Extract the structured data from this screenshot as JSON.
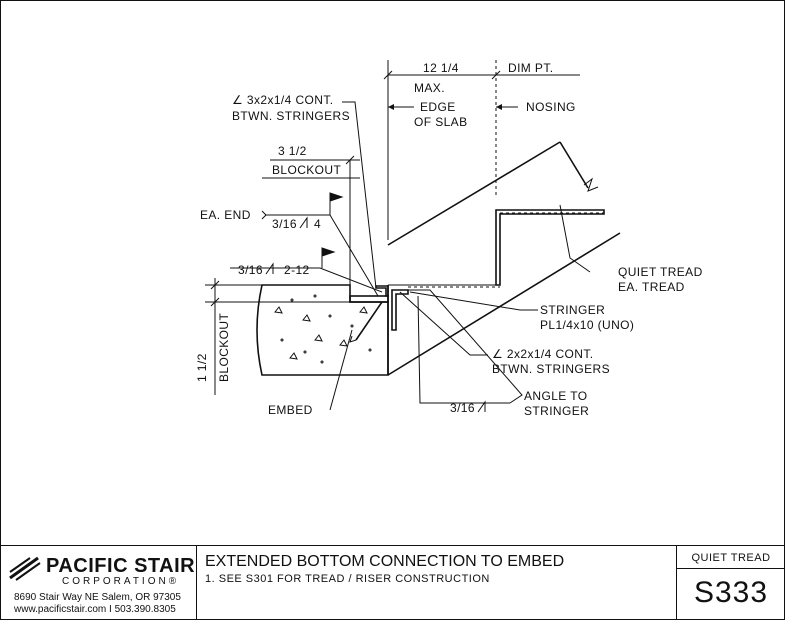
{
  "drawing": {
    "labels": {
      "dim_12_14": "12 1/4",
      "max": "MAX.",
      "dim_pt": "DIM PT.",
      "angle_3x2": "∠ 3x2x1/4 CONT.",
      "btwn_stringers_1": "BTWN. STRINGERS",
      "edge": "EDGE",
      "of_slab": "OF SLAB",
      "nosing": "NOSING",
      "dim_3_12": "3 1/2",
      "blockout_top": "BLOCKOUT",
      "ea_end": "EA. END",
      "weld_316_4": "3/16",
      "weld_4": "4",
      "weld_316_212": "3/16",
      "weld_212": "2-12",
      "quiet_tread": "QUIET TREAD",
      "ea_tread": "EA. TREAD",
      "stringer": "STRINGER",
      "stringer_size": "PL1/4x10 (UNO)",
      "angle_2x2": "∠ 2x2x1/4 CONT.",
      "btwn_stringers_2": "BTWN. STRINGERS",
      "dim_1_12": "1 1/2",
      "blockout_side": "BLOCKOUT",
      "embed": "EMBED",
      "weld_316_angle": "3/16",
      "angle_to": "ANGLE TO",
      "stringer_2": "STRINGER"
    }
  },
  "title_block": {
    "company_name": "PACIFIC STAIR",
    "company_corp": "CORPORATION®",
    "address": "8690 Stair Way NE Salem, OR 97305",
    "web_phone": "www.pacificstair.com  I  503.390.8305",
    "drawing_title": "EXTENDED BOTTOM CONNECTION TO EMBED",
    "note": "1.  SEE S301 FOR TREAD / RISER CONSTRUCTION",
    "category": "QUIET TREAD",
    "sheet_number": "S333"
  }
}
